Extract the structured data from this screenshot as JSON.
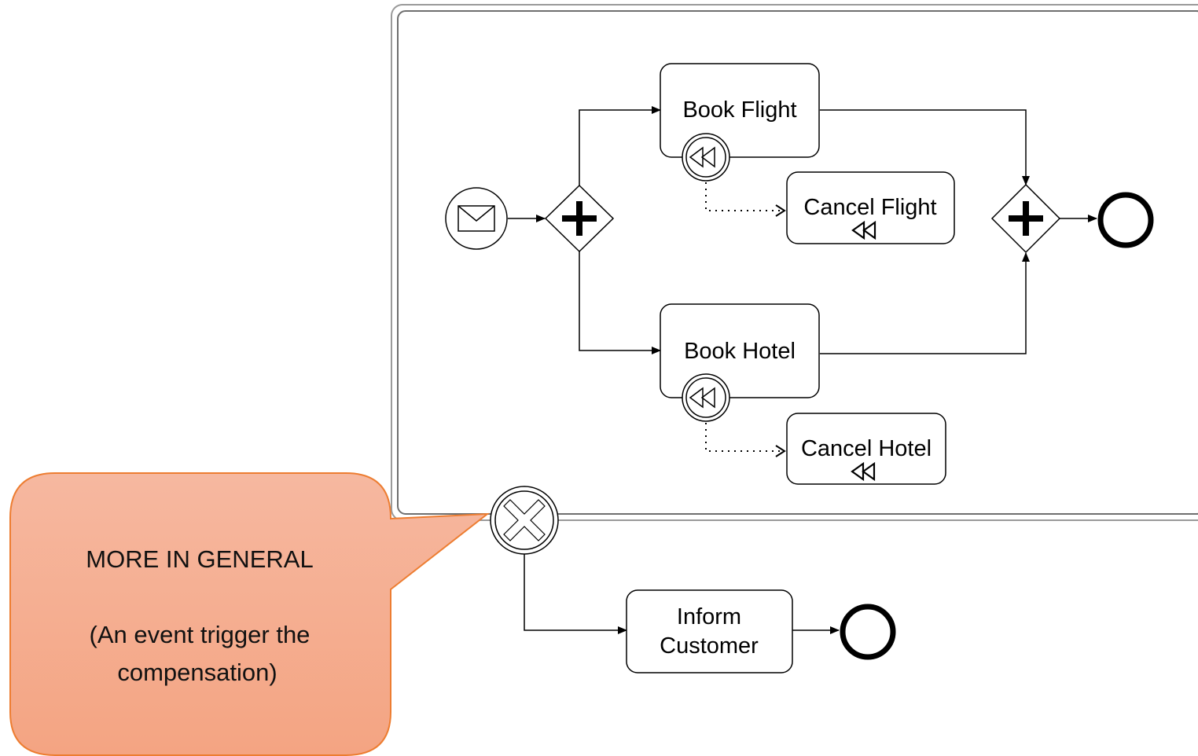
{
  "diagram": {
    "tasks": {
      "book_flight": "Book Flight",
      "cancel_flight": "Cancel Flight",
      "book_hotel": "Book Hotel",
      "cancel_hotel": "Cancel Hotel",
      "inform_customer_line1": "Inform",
      "inform_customer_line2": "Customer"
    },
    "callout": {
      "line1": "MORE IN GENERAL",
      "line2": "(An event trigger the",
      "line3": "compensation)"
    },
    "colors": {
      "callout_fill": "#f4a98a",
      "callout_stroke": "#ed7d31",
      "stroke": "#000000",
      "subprocess_stroke": "#8a8a8a"
    }
  }
}
